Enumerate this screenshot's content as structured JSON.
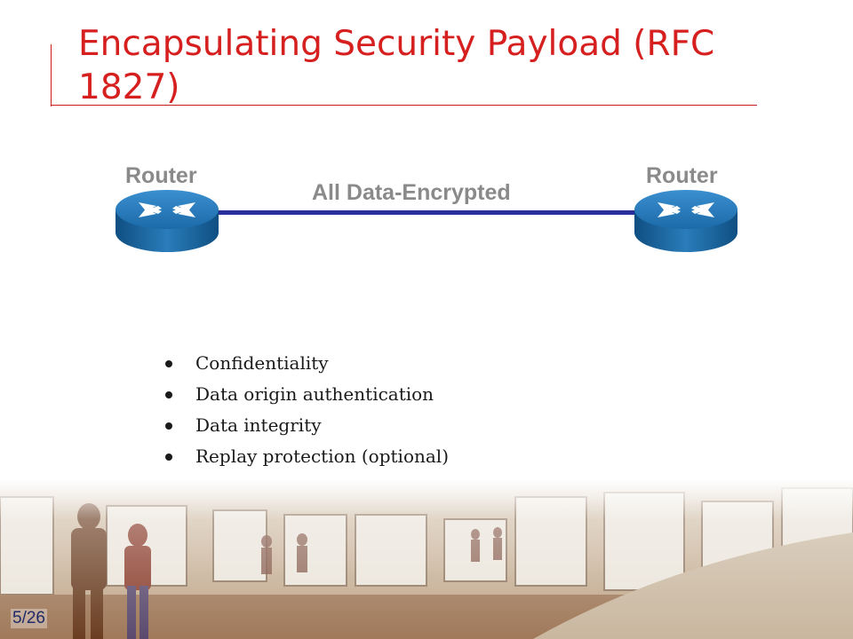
{
  "slide": {
    "title": "Encapsulating Security Payload (RFC 1827)",
    "page_number": "5/26"
  },
  "diagram": {
    "left_node_label": "Router",
    "right_node_label": "Router",
    "link_label": "All Data-Encrypted",
    "link_color": "#2b2f9c",
    "router_color": "#1f6fa8"
  },
  "bullets": [
    "Confidentiality",
    "Data origin authentication",
    "Data integrity",
    "Replay protection (optional)"
  ],
  "colors": {
    "title": "#d62020",
    "accent_lines": "#c91e1e"
  }
}
